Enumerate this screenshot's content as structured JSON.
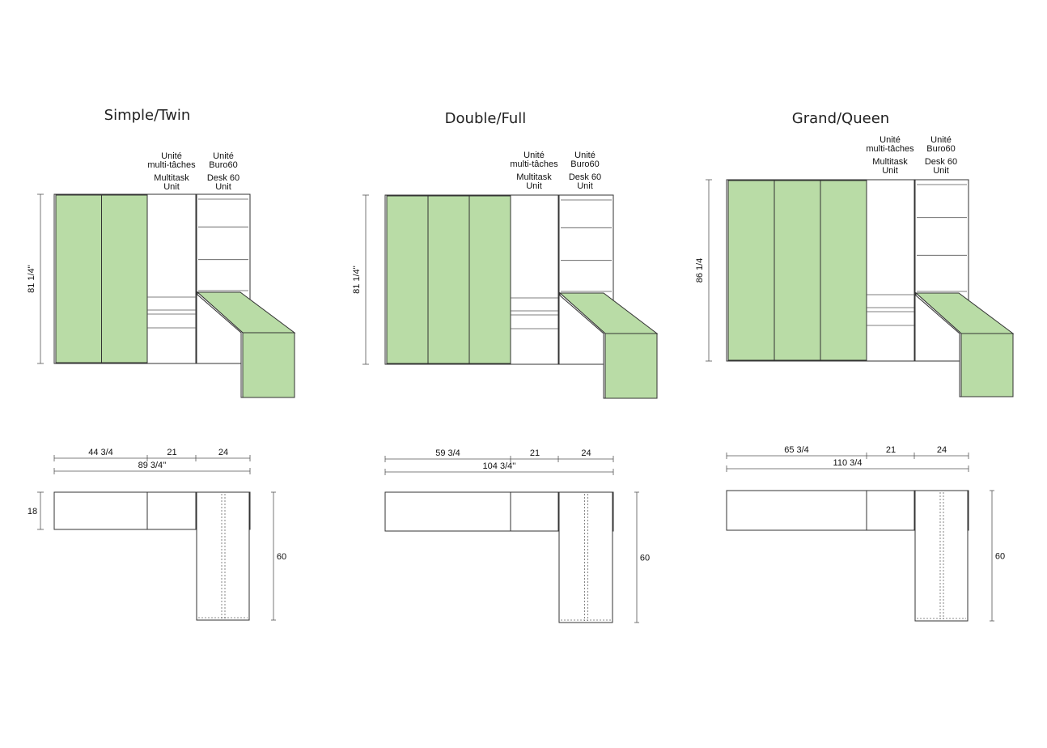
{
  "colors": {
    "panel_green": "#b9dca6",
    "line": "#333333"
  },
  "configs": [
    {
      "title": "Simple/Twin",
      "label_multitask_fr": [
        "Unité",
        "multi-tâches"
      ],
      "label_multitask_en": [
        "Multitask",
        "Unit"
      ],
      "label_desk_fr": [
        "Unité",
        "Buro60"
      ],
      "label_desk_en": [
        "Desk 60",
        "Unit"
      ],
      "height": "81 1/4''",
      "widths": [
        "44 3/4",
        "21",
        "24"
      ],
      "total": "89 3/4''",
      "depth_top": "18",
      "depth_desk": "60",
      "panel_count": 2
    },
    {
      "title": "Double/Full",
      "label_multitask_fr": [
        "Unité",
        "multi-tâches"
      ],
      "label_multitask_en": [
        "Multitask",
        "Unit"
      ],
      "label_desk_fr": [
        "Unité",
        "Buro60"
      ],
      "label_desk_en": [
        "Desk 60",
        "Unit"
      ],
      "height": "81 1/4''",
      "widths": [
        "59 3/4",
        "21",
        "24"
      ],
      "total": "104 3/4''",
      "depth_top": "",
      "depth_desk": "60",
      "panel_count": 3
    },
    {
      "title": "Grand/Queen",
      "label_multitask_fr": [
        "Unité",
        "multi-tâches"
      ],
      "label_multitask_en": [
        "Multitask",
        "Unit"
      ],
      "label_desk_fr": [
        "Unité",
        "Buro60"
      ],
      "label_desk_en": [
        "Desk 60",
        "Unit"
      ],
      "height": "86 1/4",
      "widths": [
        "65 3/4",
        "21",
        "24"
      ],
      "total": "110 3/4",
      "depth_top": "",
      "depth_desk": "60",
      "panel_count": 3
    }
  ]
}
